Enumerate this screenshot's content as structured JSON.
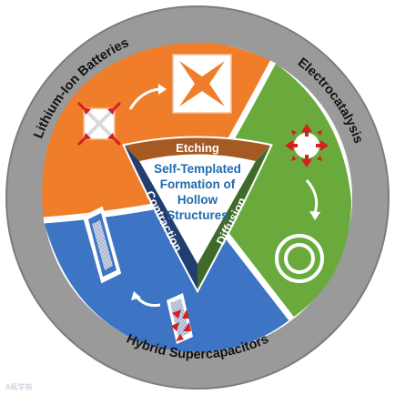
{
  "ring_labels": {
    "top_left": "Lithium-Ion Batteries",
    "top_right": "Electrocatalysis",
    "bottom": "Hybrid Supercapacitors"
  },
  "triangle_labels": {
    "top": "Etching",
    "right": "Diffusion",
    "left": "Contraction"
  },
  "center": {
    "line1": "Self-Templated",
    "line2": "Formation of",
    "line3": "Hollow",
    "line4": "Structures"
  },
  "colors": {
    "ring": "#9a9a9a",
    "etching": "#ef7d2a",
    "diffusion": "#6aaa3c",
    "contraction": "#3d74c4",
    "band_top": "#a55a24",
    "band_right": "#3f6a2a",
    "band_left": "#223e6e",
    "arrow_red": "#d42020",
    "center_text": "#1f6bb0"
  },
  "watermark": "A瓶学苑"
}
